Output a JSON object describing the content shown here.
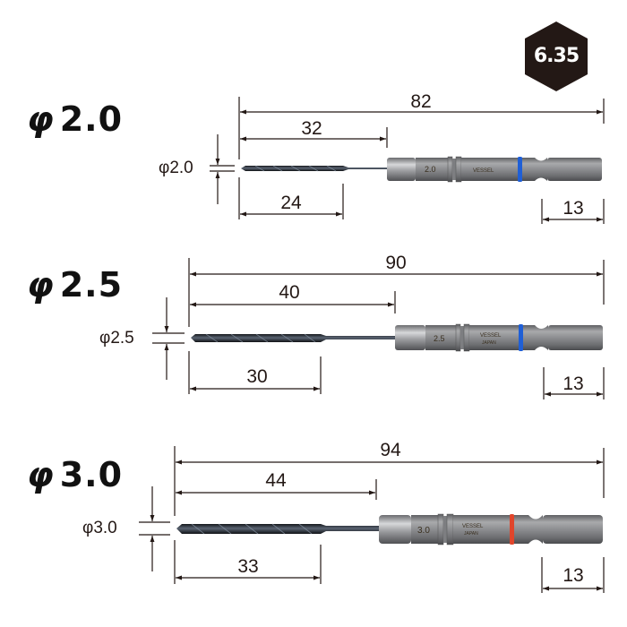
{
  "badge": {
    "label": "6.35",
    "icon": "hex-shank-icon",
    "color": "#231815"
  },
  "colors": {
    "ink": "#231815",
    "ring_blue": "#1f5fd6",
    "ring_red": "#e0452b",
    "shank": "#8a8a8c",
    "drill": "#2a2e33"
  },
  "units": "mm",
  "bits": [
    {
      "title_symbol": "φ",
      "title_value": "2.0",
      "diameter_label": "φ2.0",
      "overall_length": "82",
      "drill_length": "32",
      "flute_length": "24",
      "hex_length": "13",
      "shank_marking": "2.0",
      "brand_marking": "VESSEL",
      "ring_color": "blue"
    },
    {
      "title_symbol": "φ",
      "title_value": "2.5",
      "diameter_label": "φ2.5",
      "overall_length": "90",
      "drill_length": "40",
      "flute_length": "30",
      "hex_length": "13",
      "shank_marking": "2.5",
      "brand_marking": "VESSEL JAPAN",
      "ring_color": "blue"
    },
    {
      "title_symbol": "φ",
      "title_value": "3.0",
      "diameter_label": "φ3.0",
      "overall_length": "94",
      "drill_length": "44",
      "flute_length": "33",
      "hex_length": "13",
      "shank_marking": "3.0",
      "brand_marking": "VESSEL JAPAN",
      "ring_color": "red"
    }
  ]
}
